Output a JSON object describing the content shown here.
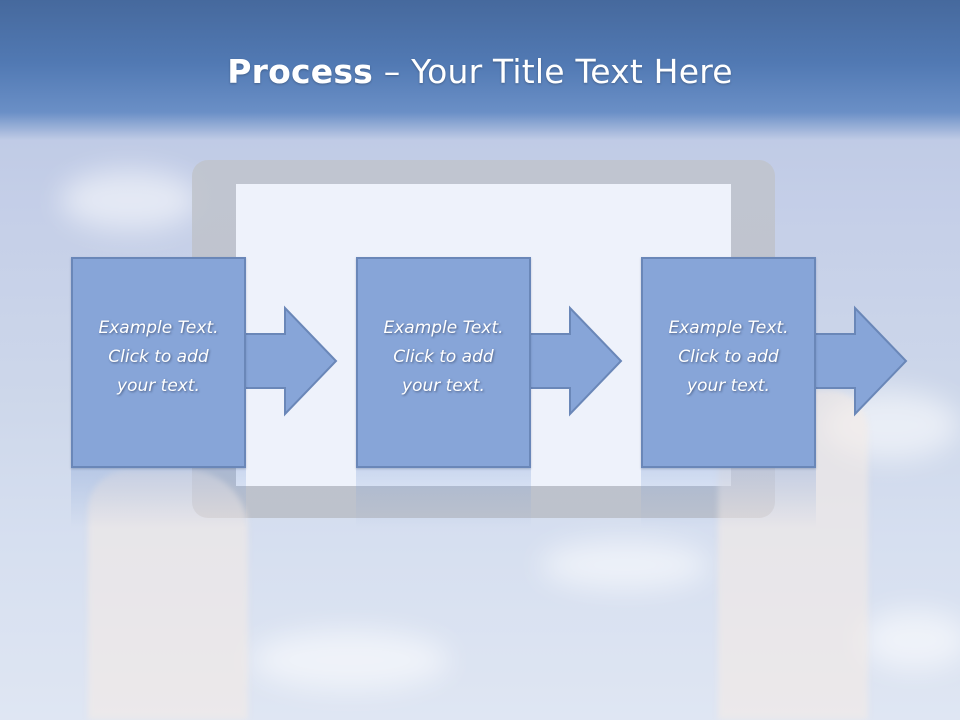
{
  "slide": {
    "title_bold": "Process",
    "title_rest": " – Your Title Text Here"
  },
  "steps": [
    {
      "text": "Example Text.\nClick  to add\nyour text."
    },
    {
      "text": "Example Text.\nClick  to add\nyour text."
    },
    {
      "text": "Example Text.\nClick  to add\nyour text."
    }
  ],
  "colors": {
    "title_bar": "#5179b3",
    "box_fill": "#87a5d8",
    "box_border": "#6a87b8"
  }
}
